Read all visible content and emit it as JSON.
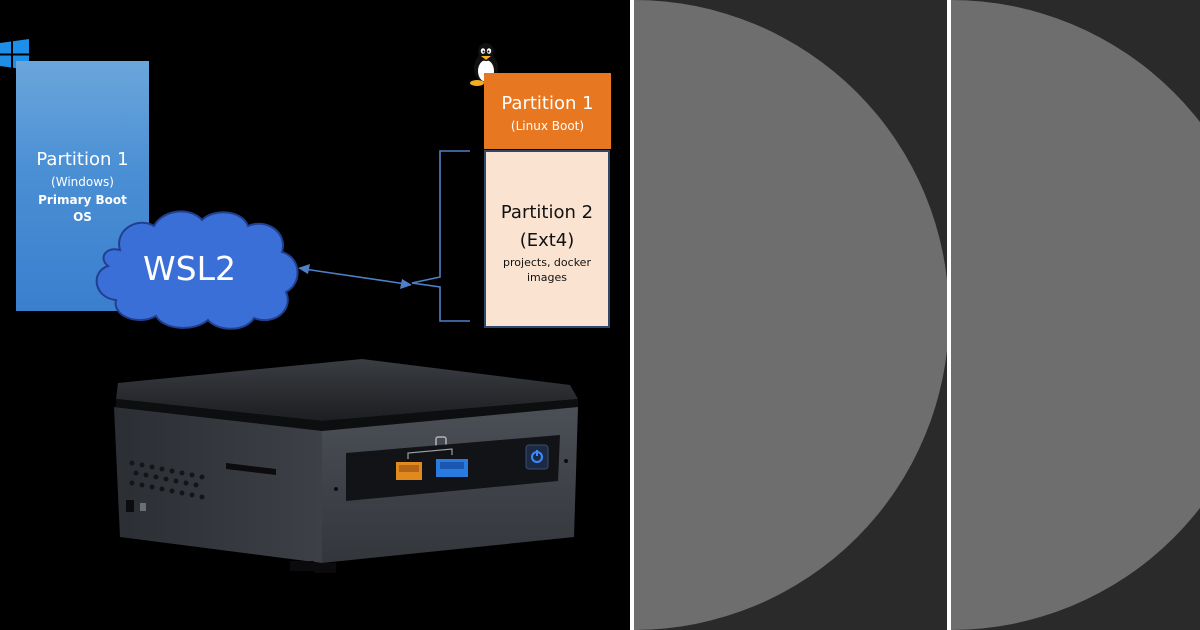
{
  "windows_partition": {
    "title": "Partition 1",
    "subtitle": "(Windows)",
    "detail_line1": "Primary Boot",
    "detail_line2": "OS",
    "color": "#4a8fd4"
  },
  "linux_boot_partition": {
    "title": "Partition 1",
    "subtitle": "(Linux Boot)",
    "color": "#e87722"
  },
  "linux_data_partition": {
    "title": "Partition 2",
    "subtitle": "(Ext4)",
    "detail_line1": "projects, docker",
    "detail_line2": "images",
    "color": "#fbe3d1"
  },
  "wsl": {
    "label": "WSL2",
    "color": "#3b6fd8"
  },
  "icons": {
    "windows": "windows-logo-icon",
    "linux": "tux-penguin-icon",
    "device": "mini-pc-device",
    "arrow": "bidirectional-arrow"
  },
  "panels": {
    "background": "#2a2a2a",
    "shape_color": "#6e6e6e"
  }
}
